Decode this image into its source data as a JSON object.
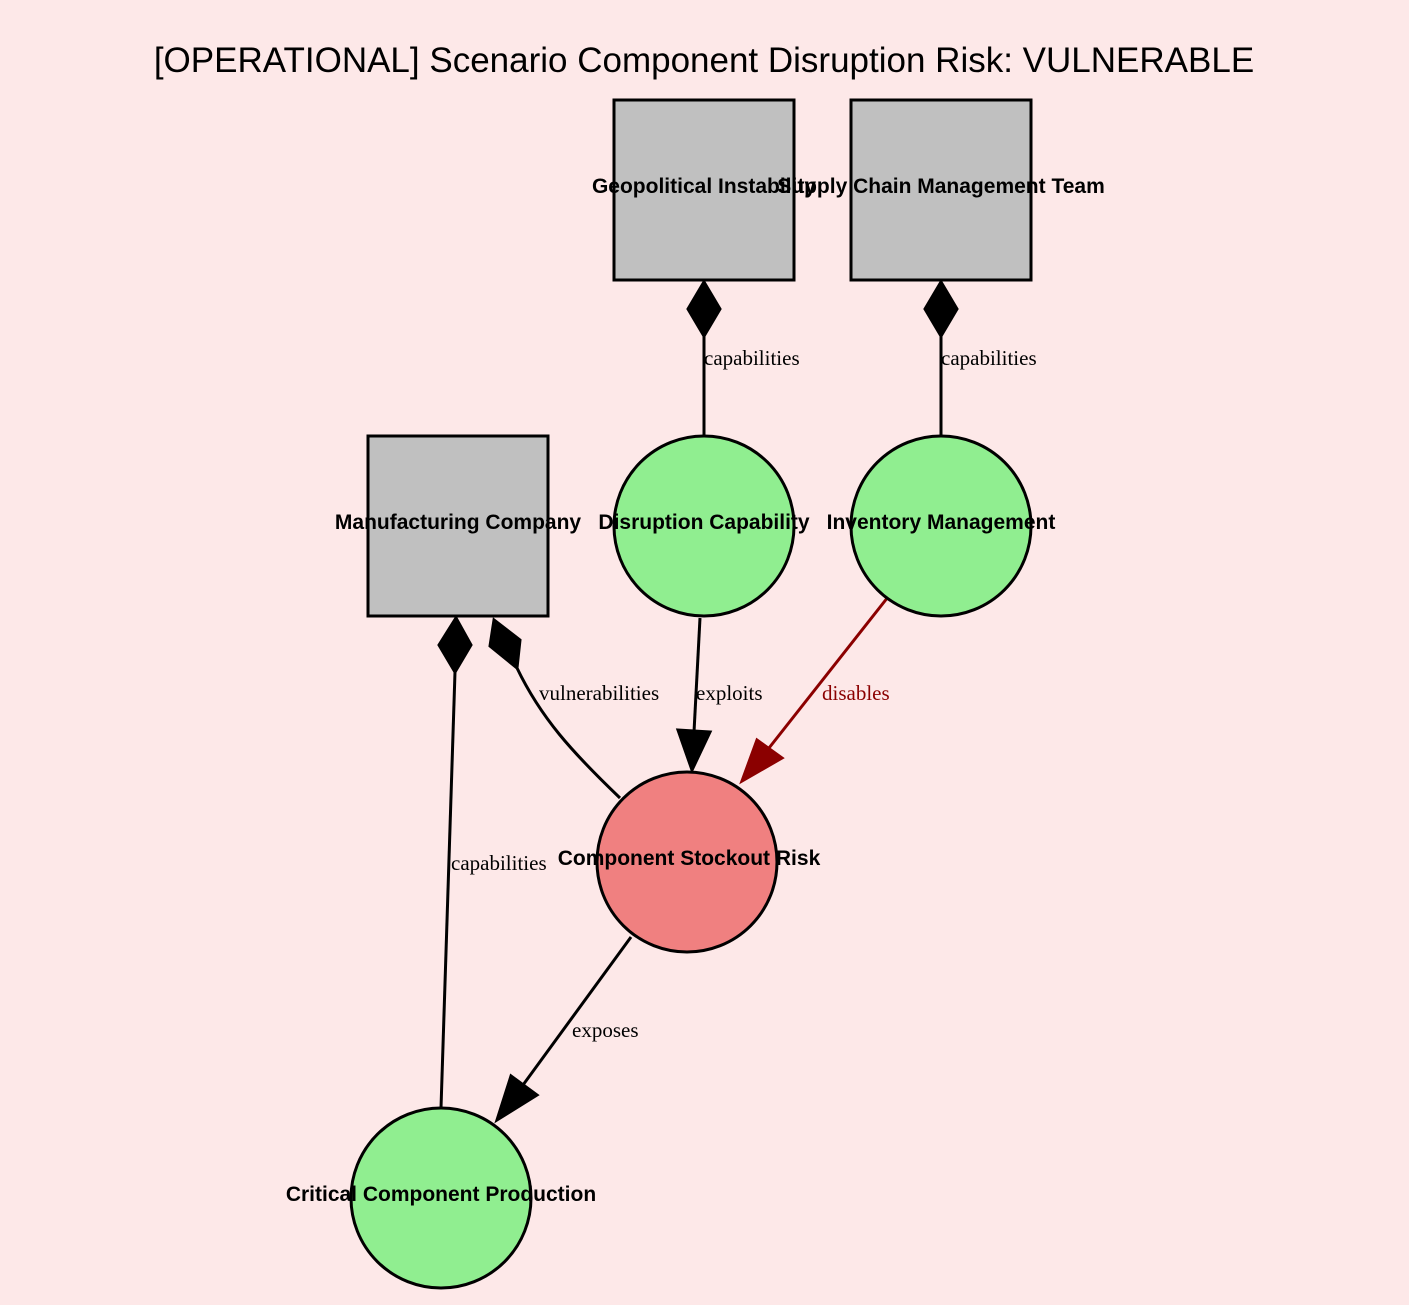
{
  "title": "[OPERATIONAL] Scenario Component Disruption Risk: VULNERABLE",
  "colors": {
    "background": "#fde8e8",
    "actor_fill": "#c0c0c0",
    "capability_fill": "#90ee90",
    "risk_fill": "#f08080",
    "disables_edge": "#8b0000"
  },
  "nodes": [
    {
      "id": "geo",
      "label": "Geopolitical Instability",
      "kind": "actor"
    },
    {
      "id": "scm",
      "label": "Supply Chain Management Team",
      "kind": "actor"
    },
    {
      "id": "mfg",
      "label": "Manufacturing Company",
      "kind": "actor"
    },
    {
      "id": "disrupt",
      "label": "Disruption Capability",
      "kind": "capability"
    },
    {
      "id": "inventory",
      "label": "Inventory Management",
      "kind": "capability"
    },
    {
      "id": "risk",
      "label": "Component Stockout Risk",
      "kind": "risk"
    },
    {
      "id": "critical",
      "label": "Critical Component Production",
      "kind": "capability"
    }
  ],
  "edges": [
    {
      "from": "geo",
      "to": "disrupt",
      "label": "capabilities",
      "style": "composition"
    },
    {
      "from": "scm",
      "to": "inventory",
      "label": "capabilities",
      "style": "composition"
    },
    {
      "from": "disrupt",
      "to": "risk",
      "label": "exploits",
      "style": "arrow"
    },
    {
      "from": "inventory",
      "to": "risk",
      "label": "disables",
      "style": "arrow-red"
    },
    {
      "from": "mfg",
      "to": "risk",
      "label": "vulnerabilities",
      "style": "composition"
    },
    {
      "from": "mfg",
      "to": "critical",
      "label": "capabilities",
      "style": "composition"
    },
    {
      "from": "risk",
      "to": "critical",
      "label": "exposes",
      "style": "arrow"
    }
  ]
}
